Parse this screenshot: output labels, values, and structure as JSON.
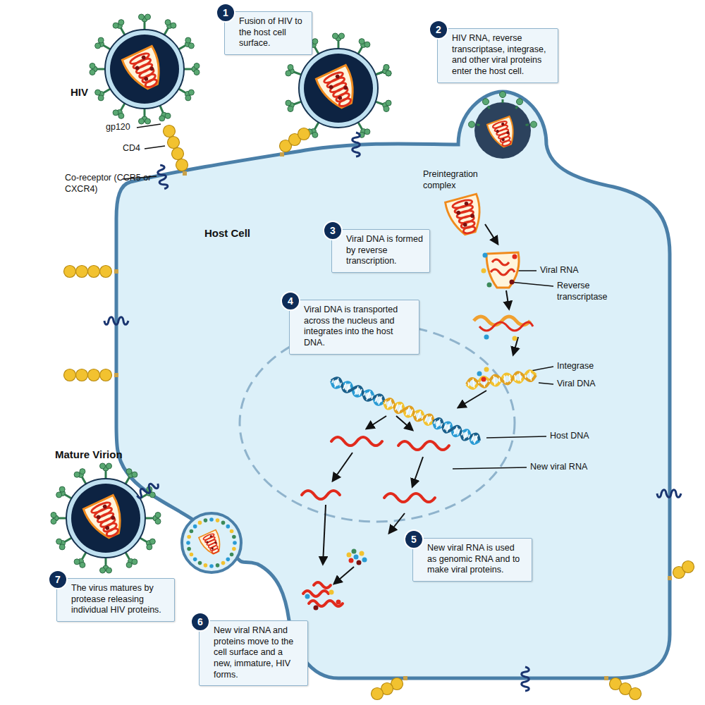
{
  "diagram": {
    "nodes": [
      {
        "text": [
          "1",
          "Fusion of HIV to the host cell surface."
        ]
      },
      {
        "text": [
          "2",
          "HIV RNA, reverse transcriptase, integrase, and other viral proteins enter the host cell."
        ]
      },
      {
        "text": [
          "3",
          "Viral DNA is formed by reverse transcription."
        ]
      },
      {
        "text": [
          "4",
          "Viral DNA is transported across the nucleus and integrates into the host DNA."
        ]
      },
      {
        "text": [
          "5",
          "New viral RNA is used as genomic RNA and to make viral proteins."
        ]
      },
      {
        "text": [
          "6",
          "New viral RNA and proteins move to the cell surface and a new, immature, HIV forms."
        ]
      },
      {
        "text": [
          "7",
          "The virus matures by protease releasing individual HIV proteins."
        ]
      }
    ],
    "labels": [
      "HIV",
      "gp120",
      "CD4",
      "Co-receptor (CCR5 or CXCR4)",
      "Host Cell",
      "Preintegration complex",
      "Viral RNA",
      "Reverse transcriptase",
      "Integrase",
      "Viral DNA",
      "Host DNA",
      "New viral RNA",
      "Mature Virion"
    ]
  }
}
